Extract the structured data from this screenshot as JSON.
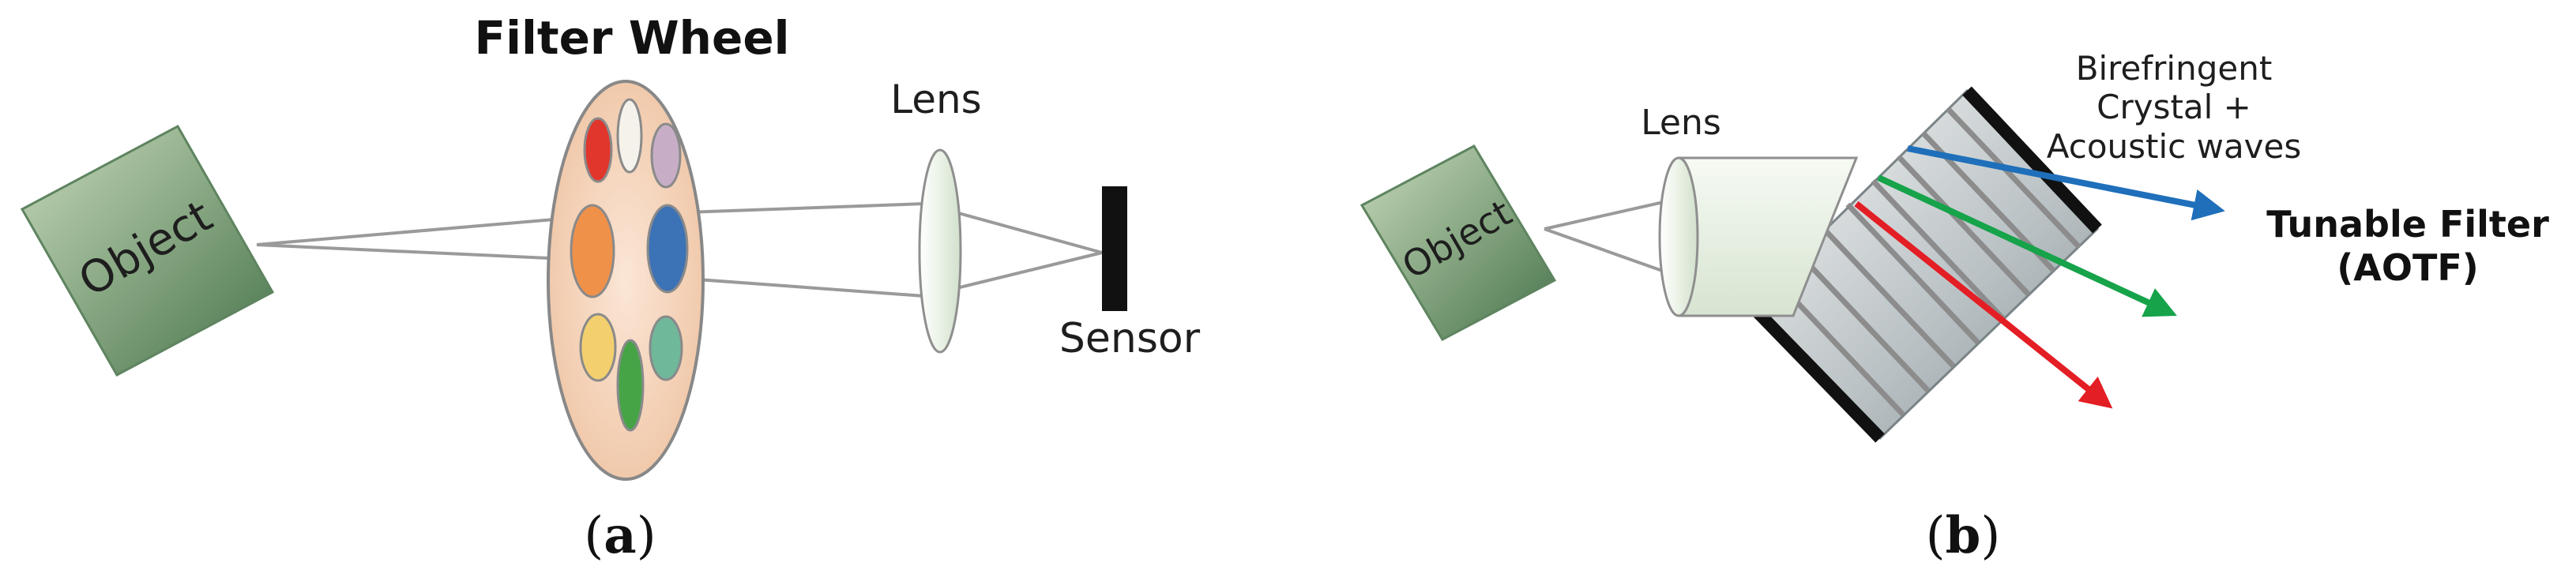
{
  "panel_a": {
    "title": "Filter Wheel",
    "object_label": "Object",
    "lens_label": "Lens",
    "sensor_label": "Sensor",
    "caption_open": "(",
    "caption_letter": "a",
    "caption_close": ")",
    "filter_colors": [
      "#e0362c",
      "#f4f2ea",
      "#c7aec6",
      "#f0914a",
      "#3c72b6",
      "#f3cf6e",
      "#6fb89a",
      "#46a447"
    ]
  },
  "panel_b": {
    "object_label": "Object",
    "lens_label": "Lens",
    "crystal_label": [
      "Birefringent",
      "Crystal +",
      "Acoustic waves"
    ],
    "filter_label": [
      "Tunable Filter",
      "(AOTF)"
    ],
    "caption_open": "(",
    "caption_letter": "b",
    "caption_close": ")",
    "beam_colors": {
      "blue": "#1f6fba",
      "green": "#16a34a",
      "red": "#e31e24"
    }
  },
  "colors": {
    "object_light": "#bcd1b0",
    "object_dark": "#4f7a4f",
    "wheel_fill": "#f6d6bd",
    "sensor": "#111111",
    "ray": "#9a9a9a"
  }
}
